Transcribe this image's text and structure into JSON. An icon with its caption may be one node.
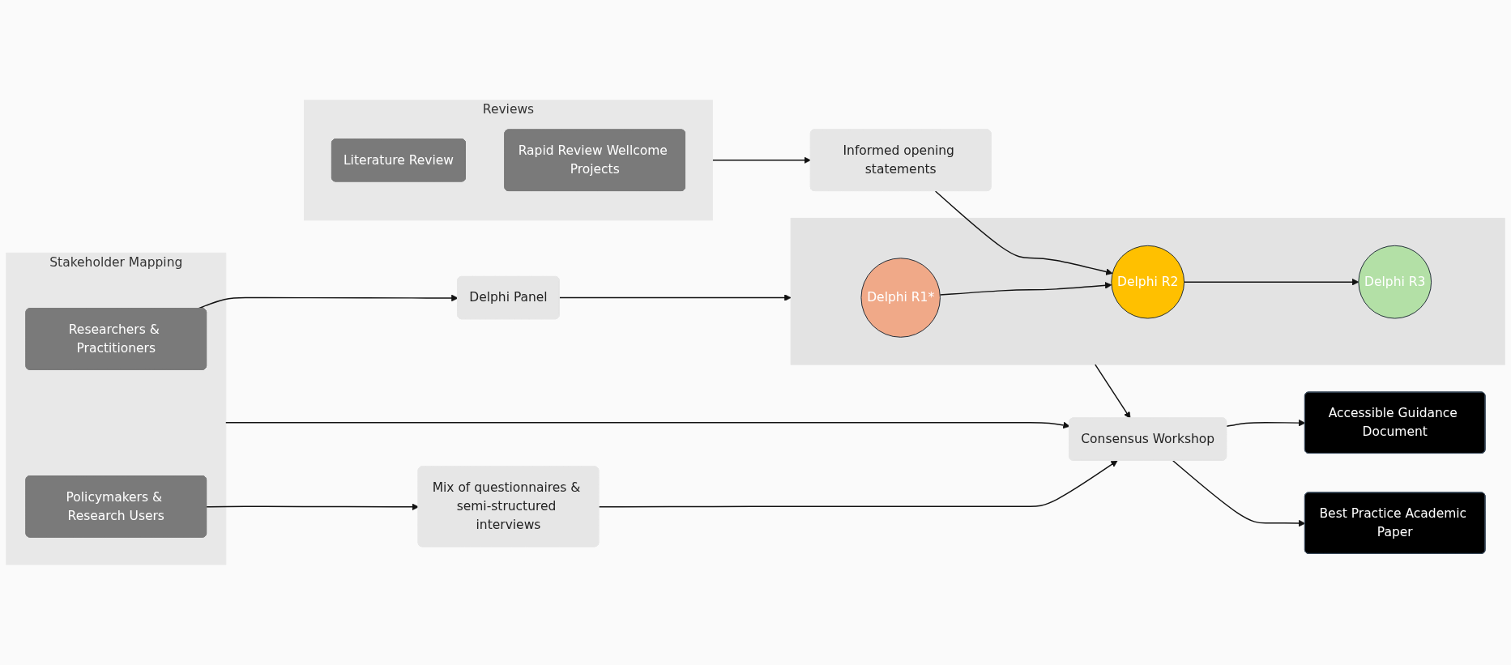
{
  "diagram": {
    "nodes": [
      {
        "text": [
          "Reviews"
        ]
      },
      {
        "text": [
          "Literature Review"
        ],
        "in": 0
      },
      {
        "text": [
          "Rapid Review Wellcome Projects"
        ],
        "in": 0
      },
      {
        "text": [
          "Informed opening statements"
        ]
      },
      {
        "text": [],
        "shape": "box"
      },
      {
        "text": [
          "Delphi R1*"
        ],
        "in": 4
      },
      {
        "text": [
          "Delphi R2"
        ],
        "in": 4
      },
      {
        "text": [
          "Delphi R3"
        ],
        "in": 4
      },
      {
        "text": [
          "Accessible Guidance Document"
        ]
      },
      {
        "text": [
          "Consensus Workshop"
        ]
      },
      {
        "text": [
          "Stakeholder Mapping"
        ]
      },
      {
        "text": [
          "Researchers & Practitioners"
        ],
        "in": 10
      },
      {
        "text": [
          "Policymakers & Research Users"
        ],
        "in": 10
      },
      {
        "text": [
          "Delphi Panel"
        ]
      },
      {
        "text": [
          "Mix of questionnaires & semi-structured interviews"
        ]
      },
      {
        "text": [
          "Best Practice Academic Paper"
        ]
      }
    ],
    "edges": [
      {
        "from": 0,
        "to": 3,
        "arrow": "to"
      },
      {
        "from": 3,
        "to": 6,
        "arrow": "to"
      },
      {
        "from": 5,
        "to": 6,
        "arrow": "to"
      },
      {
        "from": 6,
        "to": 7,
        "arrow": "to"
      },
      {
        "from": 4,
        "to": 9,
        "arrow": "to"
      },
      {
        "from": 11,
        "to": 13,
        "arrow": "to"
      },
      {
        "from": 13,
        "to": 4,
        "arrow": "to"
      },
      {
        "from": 10,
        "to": 9,
        "arrow": "to"
      },
      {
        "from": 12,
        "to": 14,
        "arrow": "to"
      },
      {
        "from": 14,
        "to": 9,
        "arrow": "to"
      },
      {
        "from": 9,
        "to": 8,
        "arrow": "to"
      },
      {
        "from": 9,
        "to": 15,
        "arrow": "to"
      }
    ]
  }
}
